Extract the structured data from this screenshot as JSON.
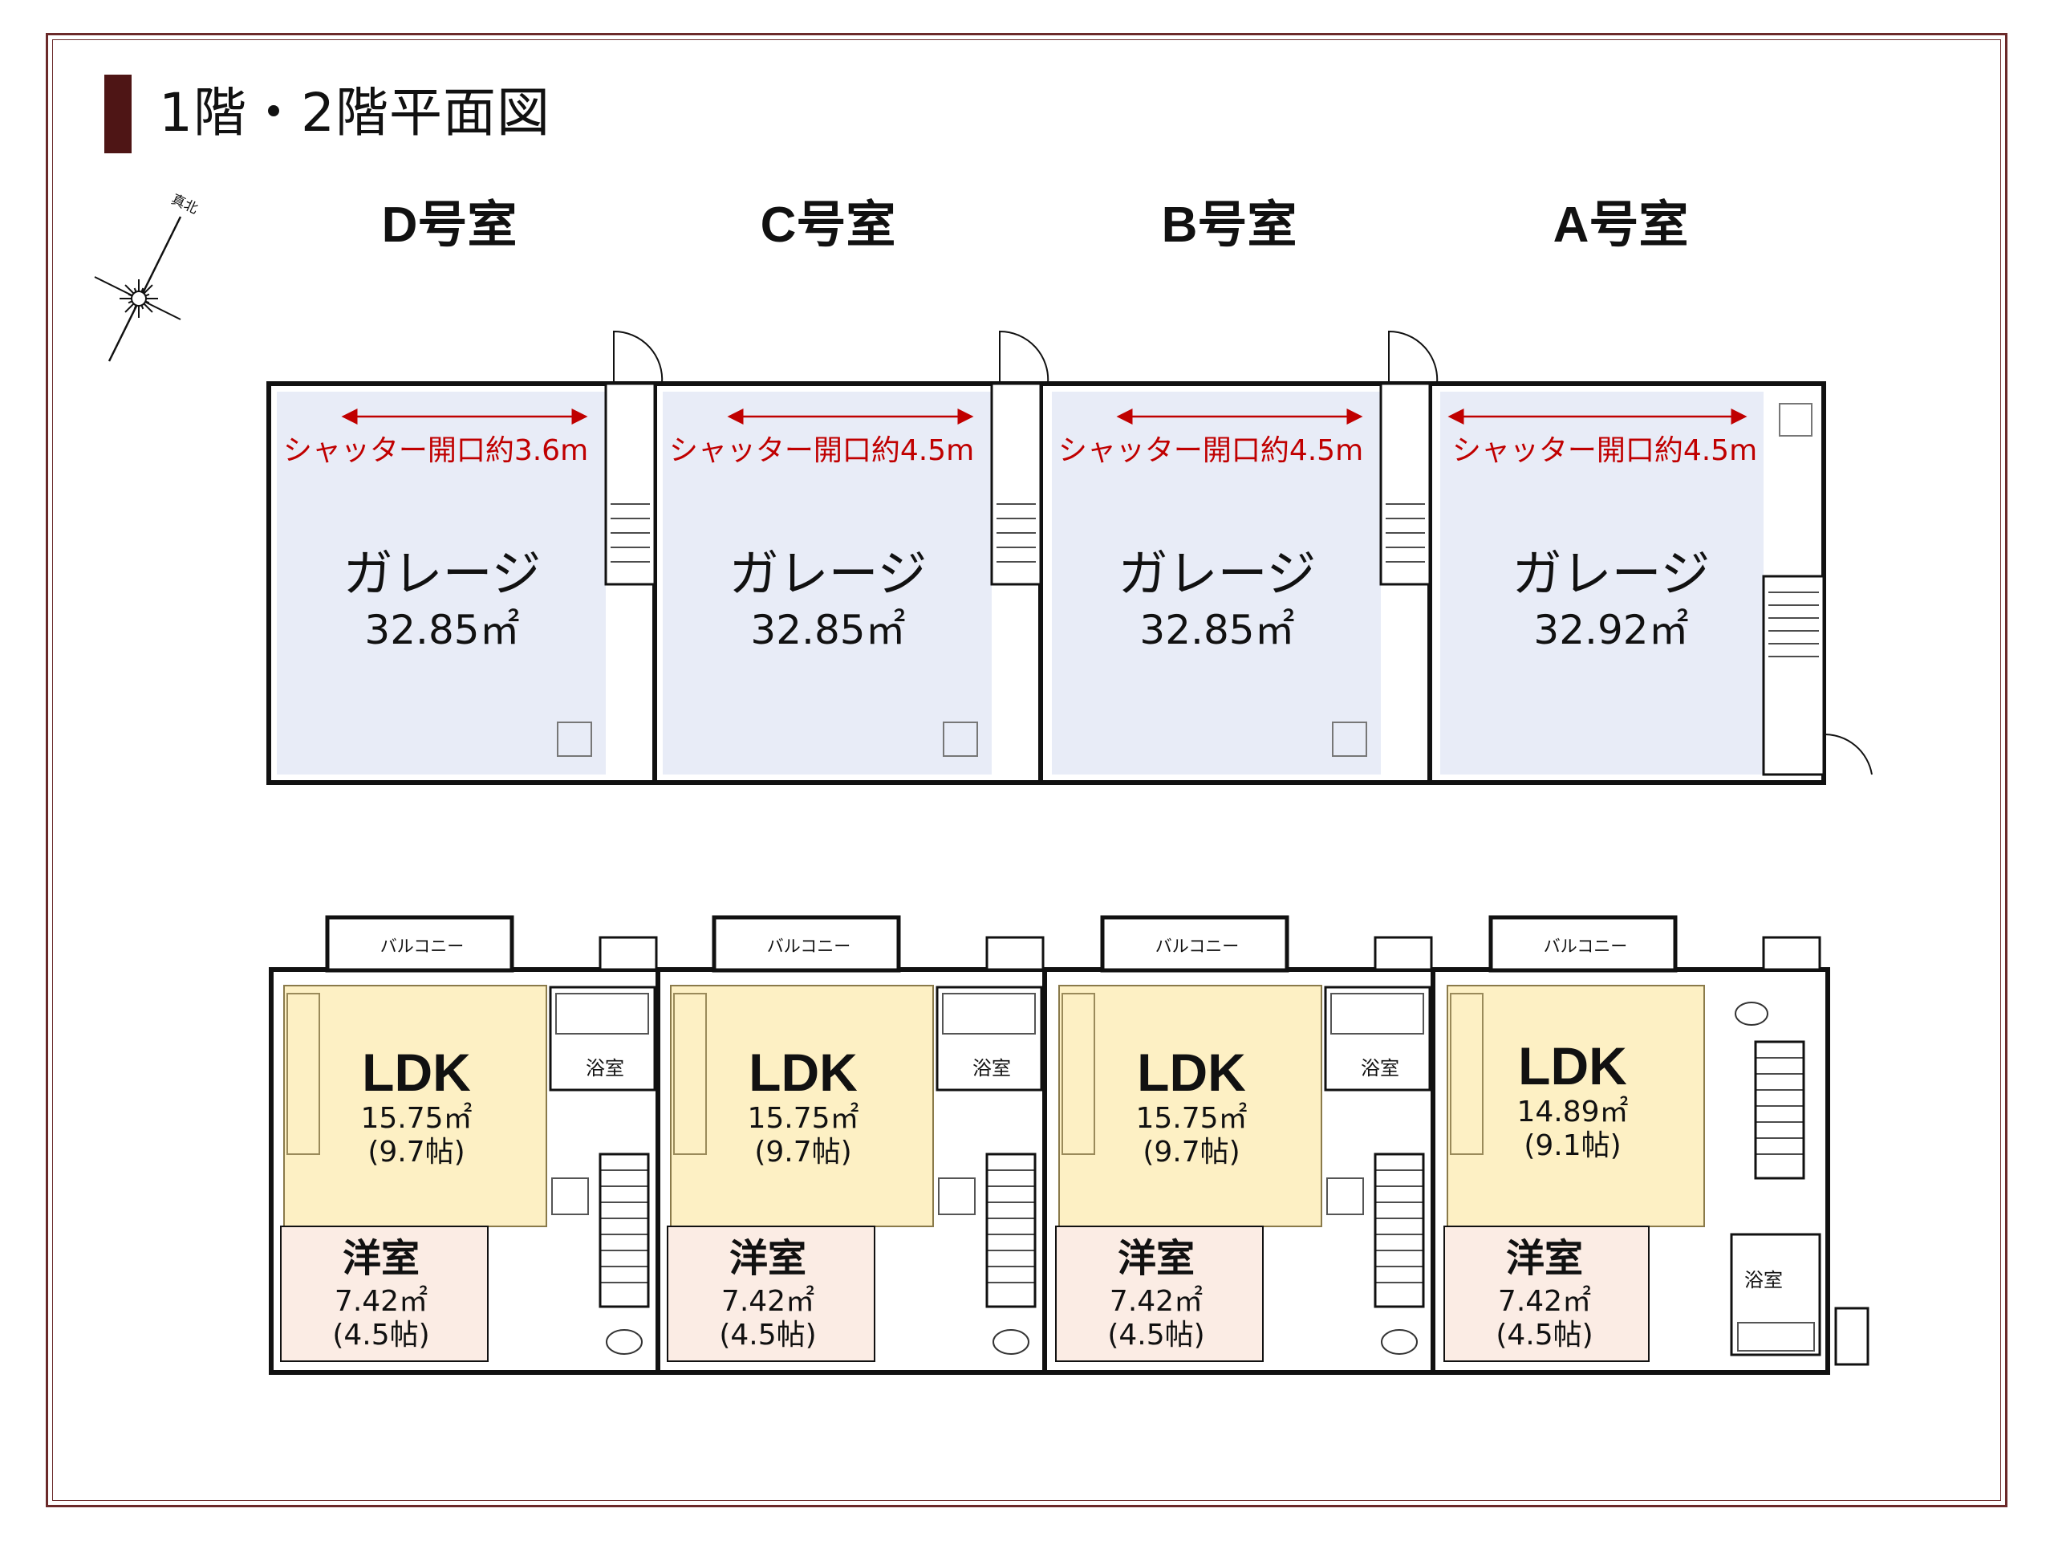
{
  "title": "1階・2階平面図",
  "compass": {
    "label": "真北",
    "icon": "north-compass-icon"
  },
  "colors": {
    "frame": "#6b2a2a",
    "title_bar": "#4e1515",
    "garage_fill": "#e8ecf7",
    "ldk_fill": "#fdf0c4",
    "western_room_fill": "#fbece4",
    "shutter_dimension": "#c00000"
  },
  "units": [
    {
      "name": "D号室",
      "floor1": {
        "room": "ガレージ",
        "area": "32.85㎡",
        "shutter": "シャッター開口約3.6m"
      },
      "floor2": {
        "balcony": "バルコニー",
        "ldk": "LDK",
        "ldk_area": "15.75㎡",
        "ldk_tatami": "(9.7帖)",
        "western": "洋室",
        "western_area": "7.42㎡",
        "western_tatami": "(4.5帖)",
        "bath": "浴室"
      }
    },
    {
      "name": "C号室",
      "floor1": {
        "room": "ガレージ",
        "area": "32.85㎡",
        "shutter": "シャッター開口約4.5m"
      },
      "floor2": {
        "balcony": "バルコニー",
        "ldk": "LDK",
        "ldk_area": "15.75㎡",
        "ldk_tatami": "(9.7帖)",
        "western": "洋室",
        "western_area": "7.42㎡",
        "western_tatami": "(4.5帖)",
        "bath": "浴室"
      }
    },
    {
      "name": "B号室",
      "floor1": {
        "room": "ガレージ",
        "area": "32.85㎡",
        "shutter": "シャッター開口約4.5m"
      },
      "floor2": {
        "balcony": "バルコニー",
        "ldk": "LDK",
        "ldk_area": "15.75㎡",
        "ldk_tatami": "(9.7帖)",
        "western": "洋室",
        "western_area": "7.42㎡",
        "western_tatami": "(4.5帖)",
        "bath": "浴室"
      }
    },
    {
      "name": "A号室",
      "floor1": {
        "room": "ガレージ",
        "area": "32.92㎡",
        "shutter": "シャッター開口約4.5m"
      },
      "floor2": {
        "balcony": "バルコニー",
        "ldk": "LDK",
        "ldk_area": "14.89㎡",
        "ldk_tatami": "(9.1帖)",
        "western": "洋室",
        "western_area": "7.42㎡",
        "western_tatami": "(4.5帖)",
        "bath": "浴室"
      }
    }
  ]
}
